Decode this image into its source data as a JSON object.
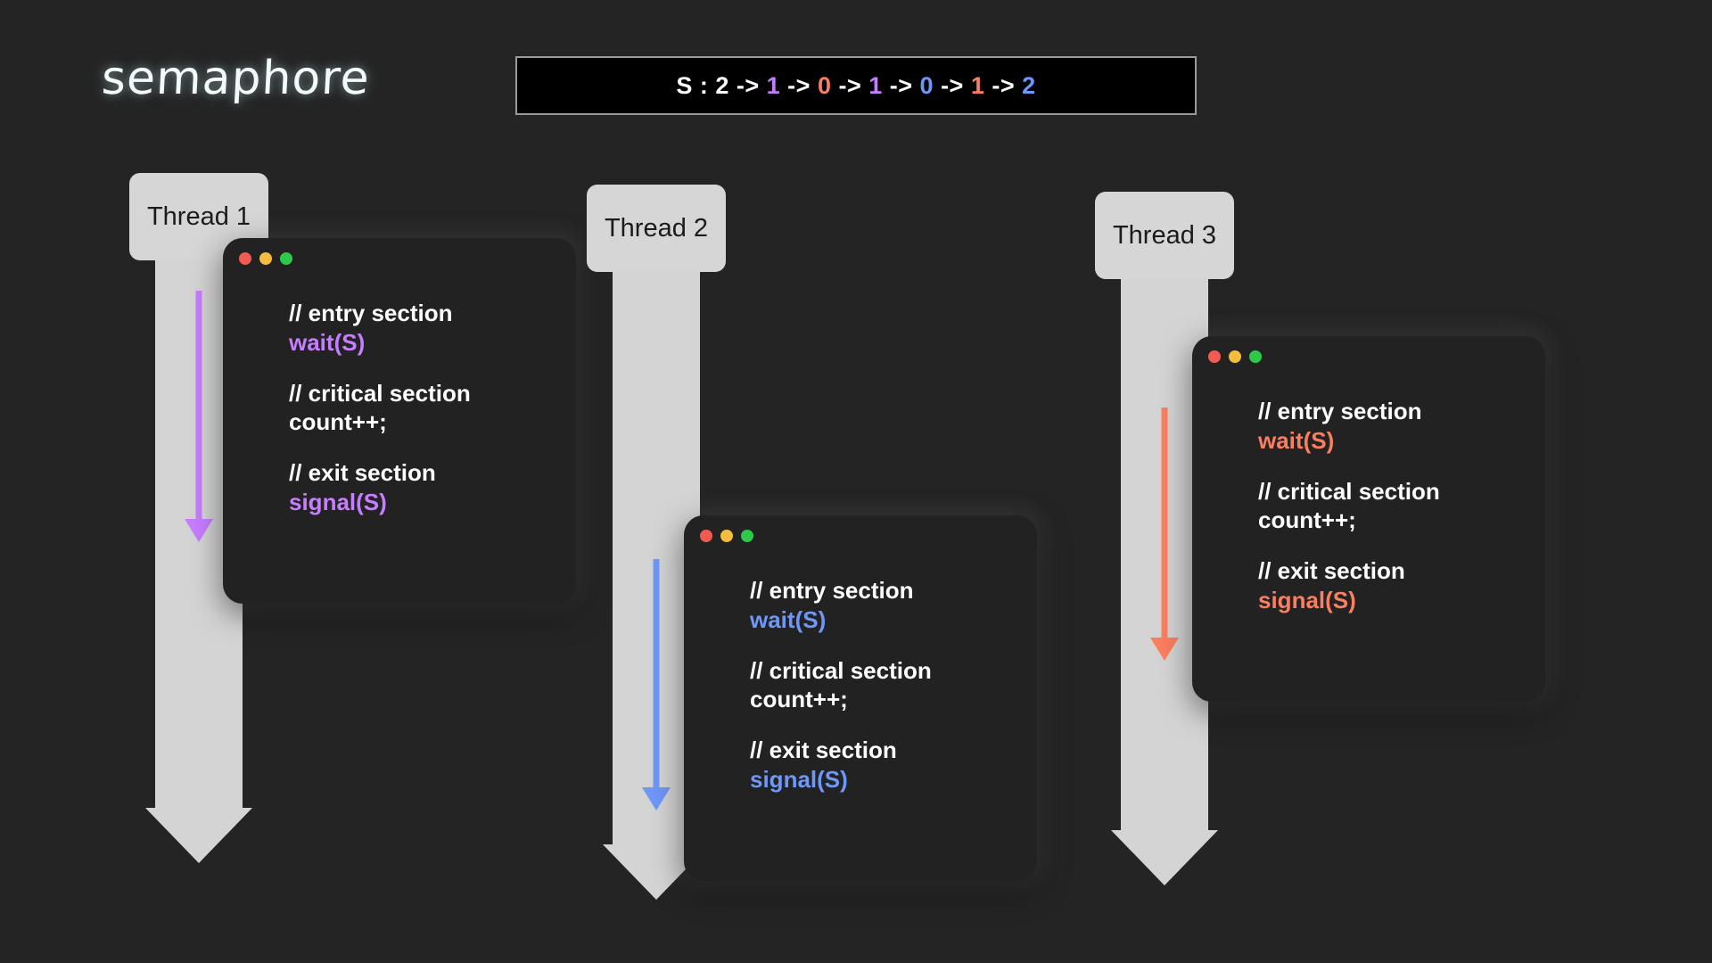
{
  "page": {
    "title": "semaphore",
    "background_color": "#242424"
  },
  "semaphore_sequence": {
    "label": "S : 2",
    "tokens": [
      {
        "text": "S : 2",
        "color": "#ffffff"
      },
      {
        "text": " -> ",
        "color": "#ffffff"
      },
      {
        "text": "1",
        "color": "#c77dff"
      },
      {
        "text": " -> ",
        "color": "#ffffff"
      },
      {
        "text": "0",
        "color": "#fa7f5e"
      },
      {
        "text": " -> ",
        "color": "#ffffff"
      },
      {
        "text": "1",
        "color": "#c77dff"
      },
      {
        "text": " -> ",
        "color": "#ffffff"
      },
      {
        "text": "0",
        "color": "#6f97f7"
      },
      {
        "text": " -> ",
        "color": "#ffffff"
      },
      {
        "text": "1",
        "color": "#fa7f5e"
      },
      {
        "text": " -> ",
        "color": "#ffffff"
      },
      {
        "text": "2",
        "color": "#6f97f7"
      }
    ],
    "full_text": "S : 2 -> 1 -> 0 -> 1 -> 0 -> 1 -> 2"
  },
  "threads": [
    {
      "id": "thread-1",
      "label": "Thread 1",
      "accent_color": "#c77dff",
      "code": {
        "entry_comment": "// entry section",
        "entry_call": "wait(S)",
        "critical_comment": "// critical section",
        "critical_statement": "count++;",
        "exit_comment": "// exit section",
        "exit_call": "signal(S)"
      },
      "window_dots": [
        "red",
        "yellow",
        "green"
      ]
    },
    {
      "id": "thread-2",
      "label": "Thread 2",
      "accent_color": "#6f97f7",
      "code": {
        "entry_comment": "// entry section",
        "entry_call": "wait(S)",
        "critical_comment": "// critical section",
        "critical_statement": "count++;",
        "exit_comment": "// exit section",
        "exit_call": "signal(S)"
      },
      "window_dots": [
        "red",
        "yellow",
        "green"
      ]
    },
    {
      "id": "thread-3",
      "label": "Thread 3",
      "accent_color": "#fa7f5e",
      "code": {
        "entry_comment": "// entry section",
        "entry_call": "wait(S)",
        "critical_comment": "// critical section",
        "critical_statement": "count++;",
        "exit_comment": "// exit section",
        "exit_call": "signal(S)"
      },
      "window_dots": [
        "red",
        "yellow",
        "green"
      ]
    }
  ],
  "colors": {
    "arrow_gray": "#d4d4d4",
    "label_bg": "#d6d6d6",
    "window_bg": "#222222",
    "box_border": "#9a9a9a",
    "box_bg": "#000000"
  }
}
